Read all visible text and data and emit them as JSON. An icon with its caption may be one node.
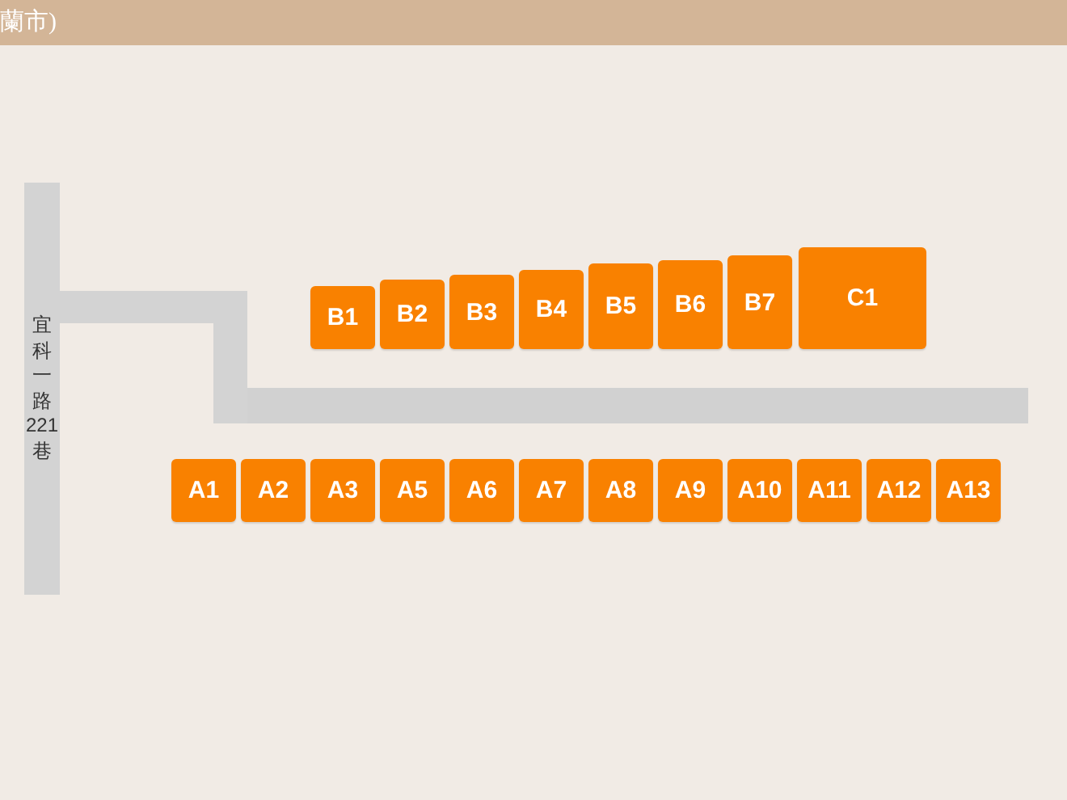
{
  "diagram": {
    "title": "蘭市)",
    "nodes": [
      {
        "text": [
          "宜科一路221巷"
        ]
      },
      {
        "text": [
          "B1"
        ]
      },
      {
        "text": [
          "B2"
        ]
      },
      {
        "text": [
          "B3"
        ]
      },
      {
        "text": [
          "B4"
        ]
      },
      {
        "text": [
          "B5"
        ]
      },
      {
        "text": [
          "B6"
        ]
      },
      {
        "text": [
          "B7"
        ]
      },
      {
        "text": [
          "C1"
        ]
      },
      {
        "text": [
          "A1"
        ]
      },
      {
        "text": [
          "A2"
        ]
      },
      {
        "text": [
          "A3"
        ]
      },
      {
        "text": [
          "A5"
        ]
      },
      {
        "text": [
          "A6"
        ]
      },
      {
        "text": [
          "A7"
        ]
      },
      {
        "text": [
          "A8"
        ]
      },
      {
        "text": [
          "A9"
        ]
      },
      {
        "text": [
          "A10"
        ]
      },
      {
        "text": [
          "A11"
        ]
      },
      {
        "text": [
          "A12"
        ]
      },
      {
        "text": [
          "A13"
        ]
      }
    ]
  }
}
